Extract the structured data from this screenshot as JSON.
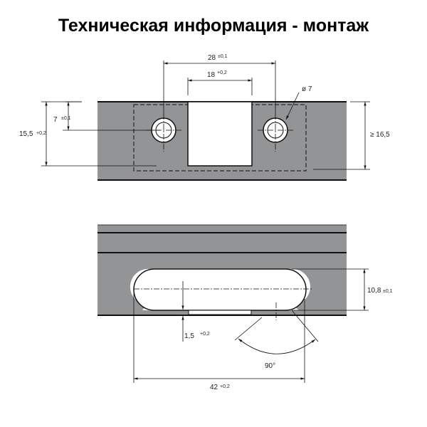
{
  "title": "Техническая информация - монтаж",
  "top_view": {
    "dim_hole_spacing": {
      "value": "28",
      "tol": "±0,1"
    },
    "dim_window_width": {
      "value": "18",
      "tol": "+0,2"
    },
    "dim_hole_diameter": {
      "value": "ø 7"
    },
    "dim_hole_offset": {
      "value": "7",
      "tol": "±0,1"
    },
    "dim_window_depth": {
      "value": "15,5",
      "tol": "+0,2"
    },
    "dim_min_height": {
      "value": "≥ 16,5"
    }
  },
  "bottom_view": {
    "dim_slot_height": {
      "value": "10,8",
      "tol": "±0,1"
    },
    "dim_lip": {
      "value": "1,5",
      "tol": "+0,2"
    },
    "dim_angle": {
      "value": "90°"
    },
    "dim_slot_length": {
      "value": "42",
      "tol": "+0,2"
    }
  },
  "colors": {
    "plate": "#939496",
    "line": "#111111"
  }
}
